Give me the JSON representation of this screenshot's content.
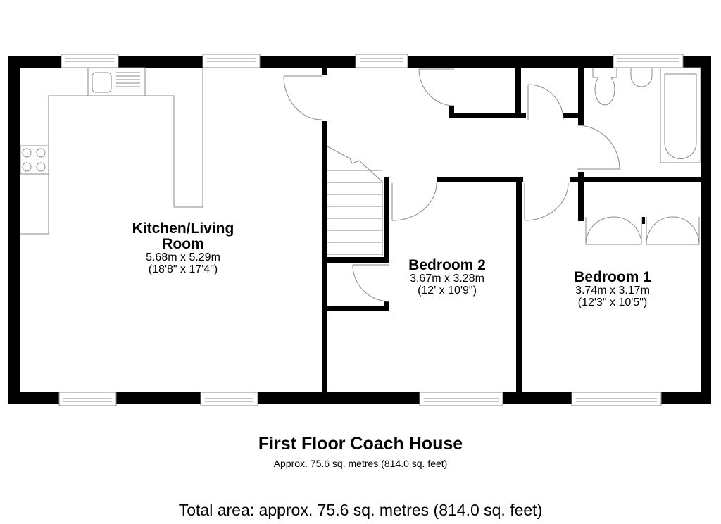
{
  "plan": {
    "title": "First Floor Coach House",
    "subtitle": "Approx. 75.6 sq. metres (814.0 sq. feet)",
    "total_area": "Total area: approx. 75.6 sq. metres (814.0 sq. feet)"
  },
  "rooms": [
    {
      "name_line1": "Kitchen/Living",
      "name_line2": "Room",
      "metric": "5.68m x 5.29m",
      "imperial": "(18'8\" x 17'4\")"
    },
    {
      "name_line1": "Bedroom 2",
      "metric": "3.67m x 3.28m",
      "imperial": "(12' x 10'9\")"
    },
    {
      "name_line1": "Bedroom 1",
      "metric": "3.74m x 3.17m",
      "imperial": "(12'3\" x 10'5\")"
    }
  ],
  "colors": {
    "wall": "#000000",
    "fixture_line": "#8a8a8a",
    "background": "#ffffff"
  }
}
